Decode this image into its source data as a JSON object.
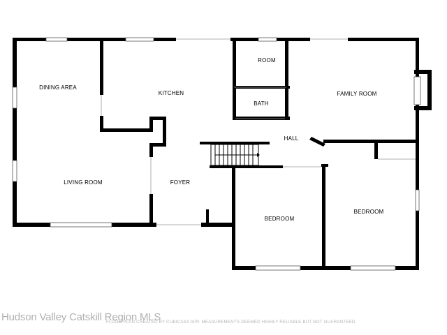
{
  "rooms": {
    "dining_area": "DINING AREA",
    "kitchen": "KITCHEN",
    "room": "ROOM",
    "bath": "BATH",
    "family_room": "FAMILY ROOM",
    "hall": "HALL",
    "living_room": "LIVING ROOM",
    "foyer": "FOYER",
    "bedroom_1": "BEDROOM",
    "bedroom_2": "BEDROOM"
  },
  "footer": {
    "watermark": "Hudson Valley Catskill Region MLS",
    "disclaimer": "FLOOR PLAN CREATED BY CUBICASA APP. MEASUREMENTS DEEMED HIGHLY RELIABLE BUT NOT GUARANTEED."
  },
  "colors": {
    "wall": "#000000",
    "background": "#ffffff",
    "watermark": "#b0b0b0"
  }
}
